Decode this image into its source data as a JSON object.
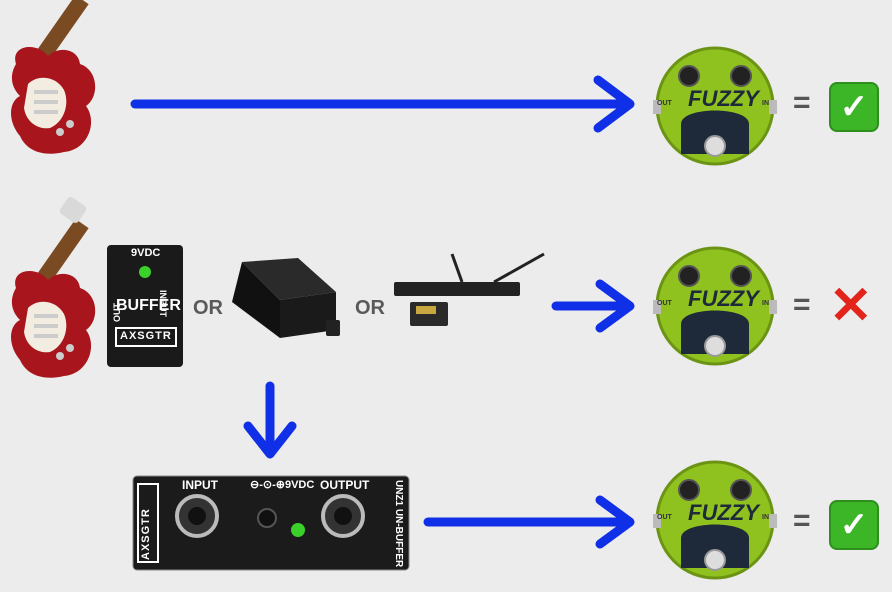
{
  "buffer_pedal": {
    "power": "9VDC",
    "name": "BUFFER",
    "input": "INPUT",
    "output": "OUT",
    "brand": "AXSGTR"
  },
  "connector_or_1": "OR",
  "connector_or_2": "OR",
  "fuzz_pedal": {
    "name": "FUZZY",
    "out": "OUT",
    "in": "IN"
  },
  "equals": "=",
  "unbuffer": {
    "input": "INPUT",
    "power": "⊖-⊙-⊕9VDC",
    "output": "OUTPUT",
    "name": "UNZ1 UN-BUFFER",
    "brand": "AXSGTR"
  },
  "results": [
    {
      "status": "ok",
      "symbol": "✓"
    },
    {
      "status": "fail",
      "symbol": "✕"
    },
    {
      "status": "ok",
      "symbol": "✓"
    }
  ],
  "colors": {
    "arrow": "#1030e8",
    "fuzz_green": "#8fc21f",
    "check": "#3cb526",
    "cross": "#e3241b",
    "guitar": "#a8151c"
  }
}
